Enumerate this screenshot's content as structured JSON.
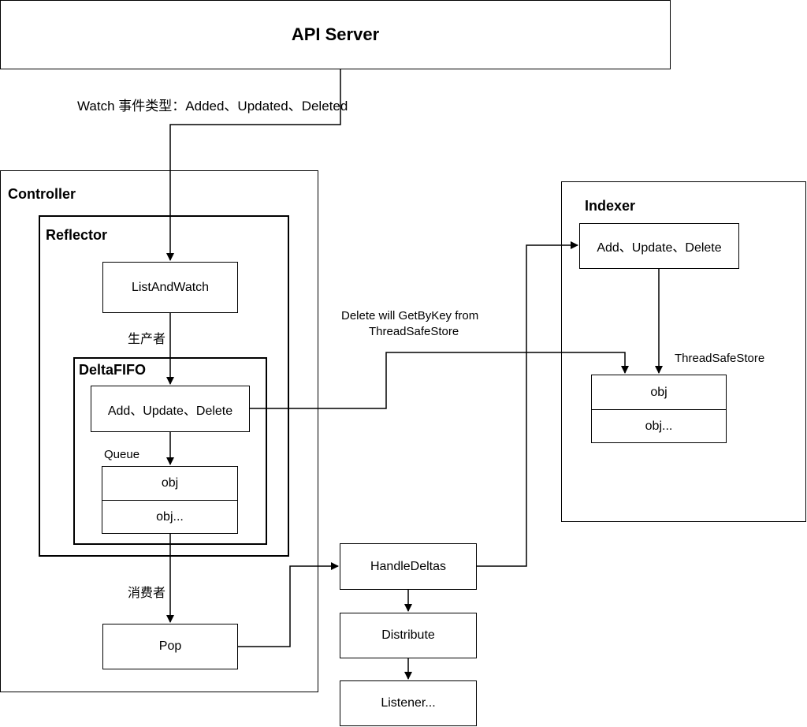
{
  "api_server": {
    "label": "API Server"
  },
  "watch_label": "Watch 事件类型：Added、Updated、Deleted",
  "controller": {
    "title": "Controller"
  },
  "reflector": {
    "title": "Reflector"
  },
  "list_and_watch": {
    "label": "ListAndWatch"
  },
  "producer_label": "生产者",
  "delta_fifo": {
    "title": "DeltaFIFO",
    "ops_label": "Add、Update、Delete",
    "queue_label": "Queue",
    "queue_items": [
      "obj",
      "obj..."
    ]
  },
  "consumer_label": "消费者",
  "pop": {
    "label": "Pop"
  },
  "delete_note": {
    "line1": "Delete will GetByKey from",
    "line2": "ThreadSafeStore"
  },
  "indexer": {
    "title": "Indexer",
    "ops_label": "Add、Update、Delete",
    "store_label": "ThreadSafeStore",
    "store_items": [
      "obj",
      "obj..."
    ]
  },
  "handle_deltas": {
    "label": "HandleDeltas"
  },
  "distribute": {
    "label": "Distribute"
  },
  "listener": {
    "label": "Listener..."
  }
}
